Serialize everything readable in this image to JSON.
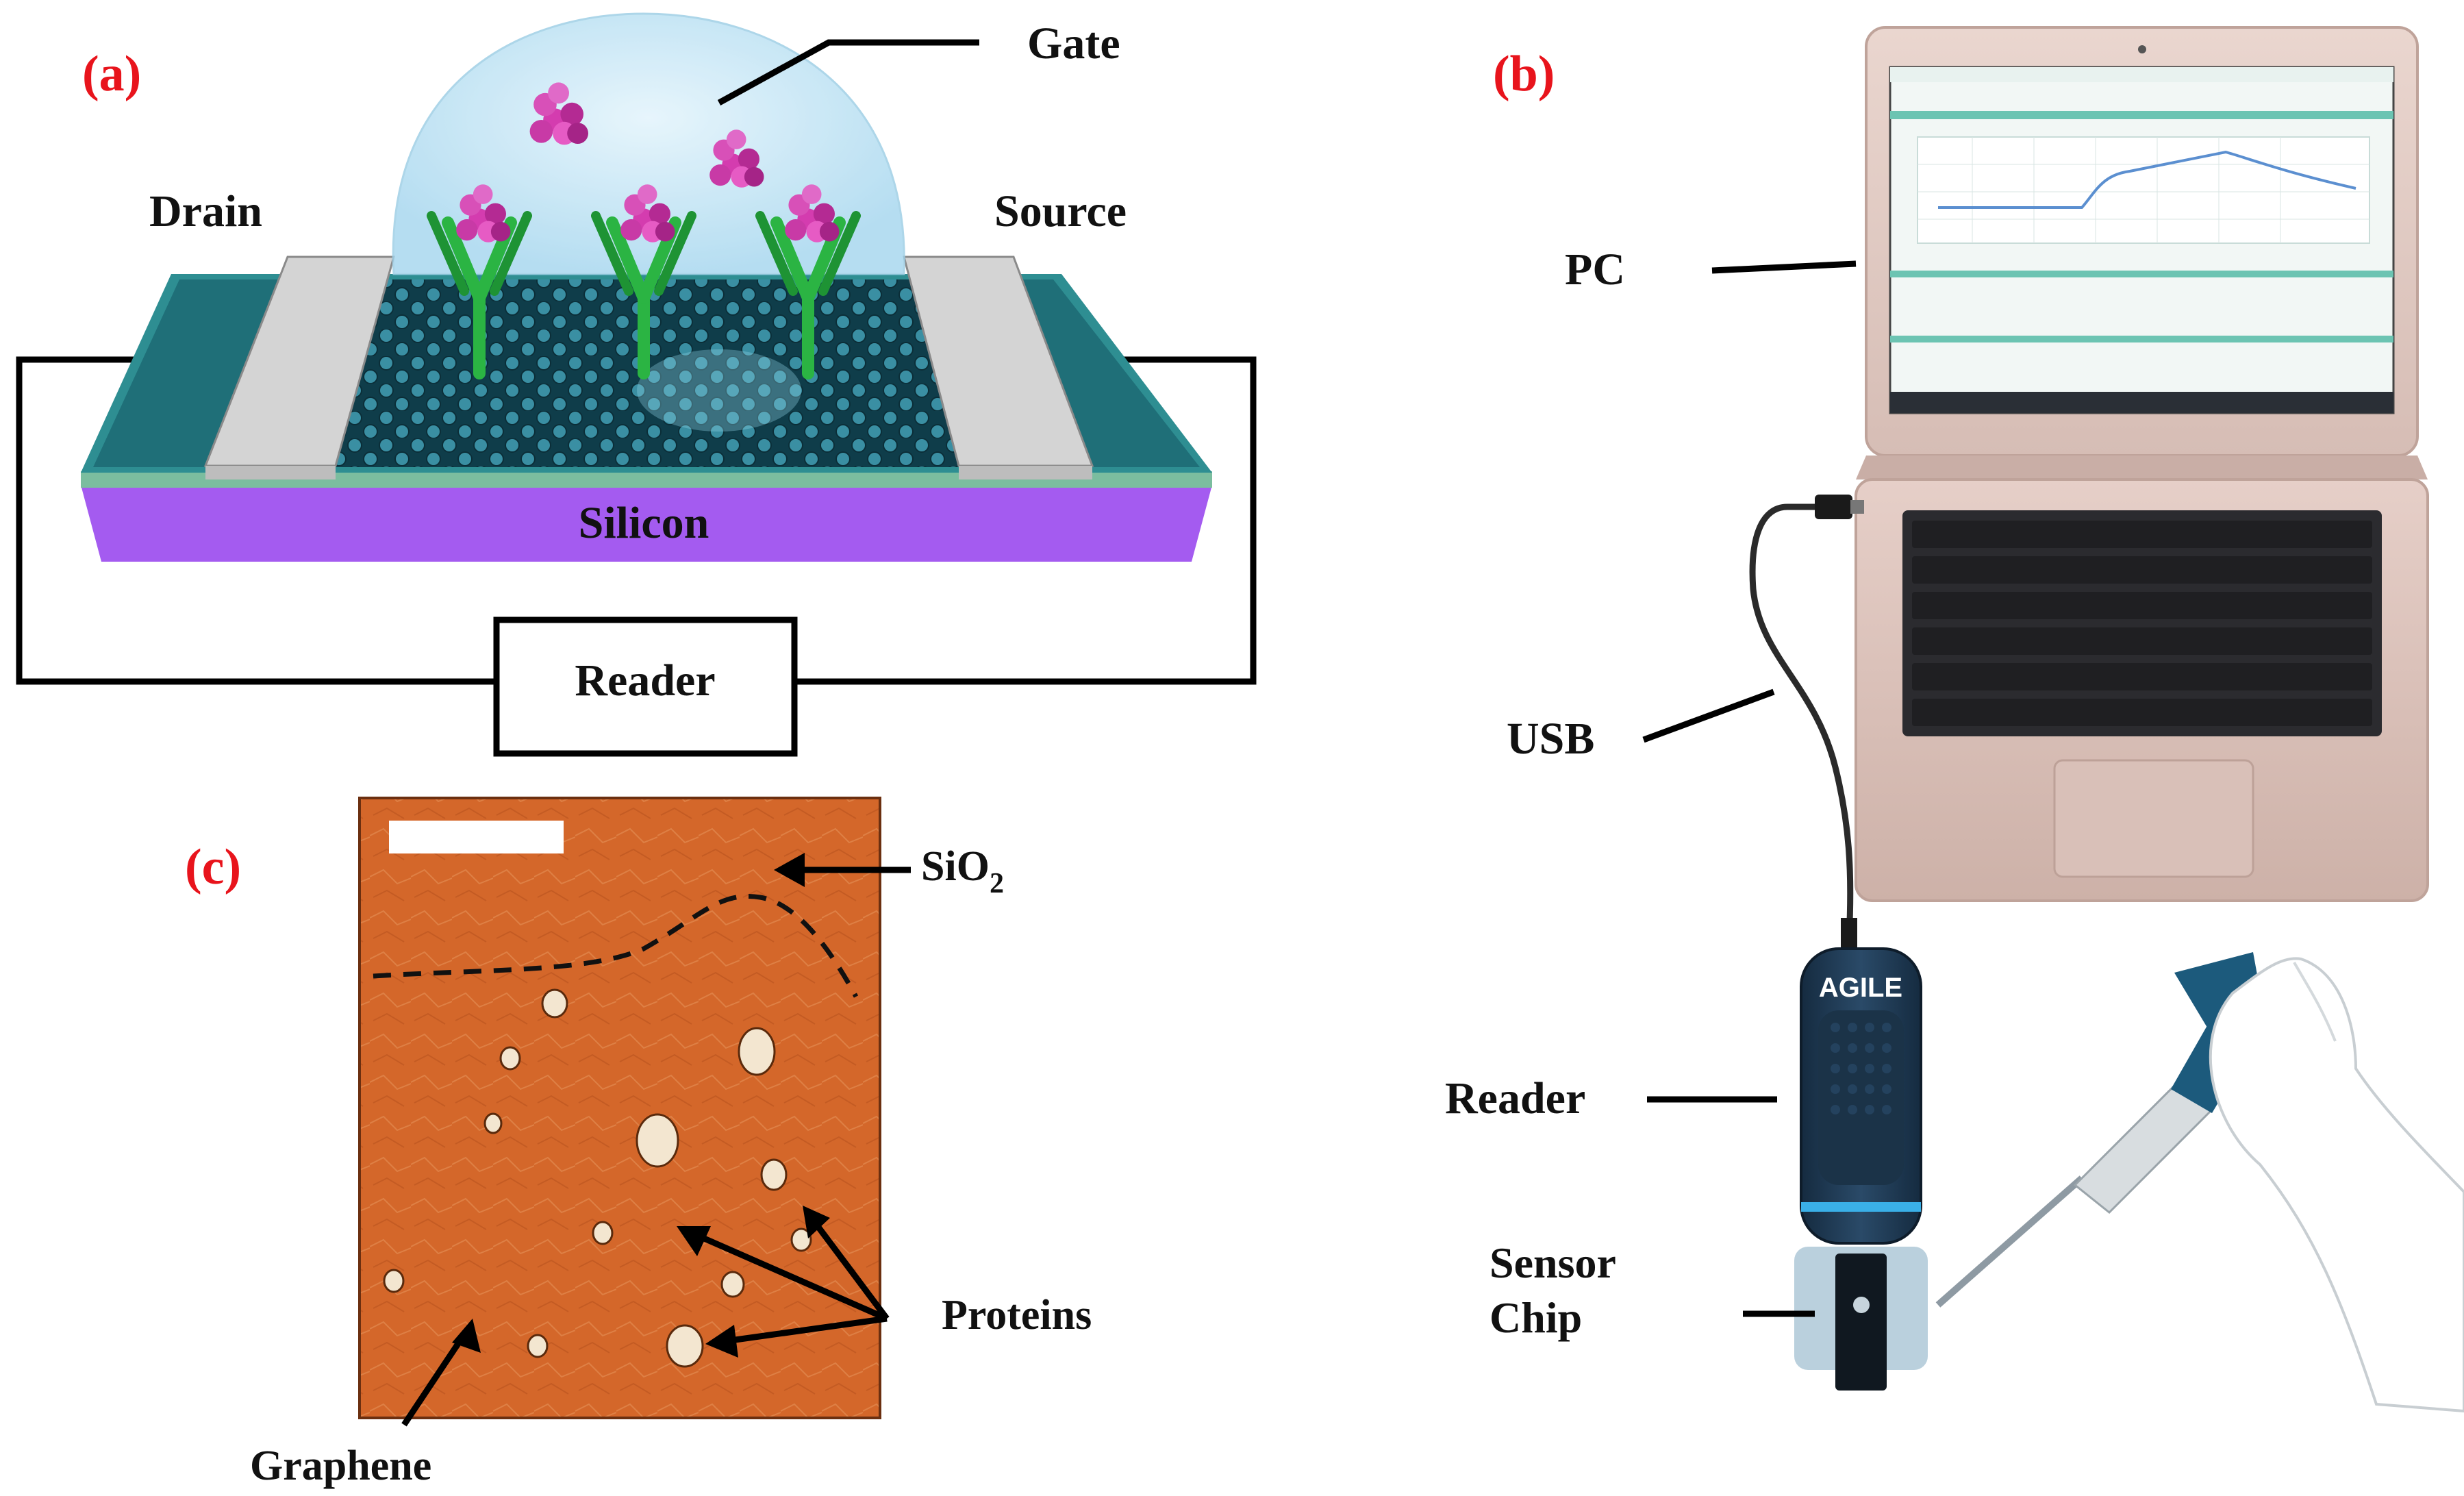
{
  "panels": {
    "a": "(a)",
    "b": "(b)",
    "c": "(c)"
  },
  "panel_a": {
    "gate": "Gate",
    "drain": "Drain",
    "source": "Source",
    "silicon": "Silicon",
    "reader": "Reader"
  },
  "panel_b": {
    "pc": "PC",
    "usb": "USB",
    "reader": "Reader",
    "sensor_chip_line1": "Sensor",
    "sensor_chip_line2": "Chip",
    "device_brand": "AGILE"
  },
  "panel_c": {
    "sio2": "SiO",
    "sio2_sub": "2",
    "proteins": "Proteins",
    "graphene": "Graphene"
  },
  "colors": {
    "panel_label": "#e8141c",
    "silicon": "#a45bf0",
    "substrate": "#2e8e92",
    "electrode": "#d4d4d4",
    "antibody": "#2bb443",
    "protein": "#cc3aa8",
    "droplet": "#bde3f5",
    "afm": "#d9682a",
    "reader_body": "#1f3a55"
  }
}
